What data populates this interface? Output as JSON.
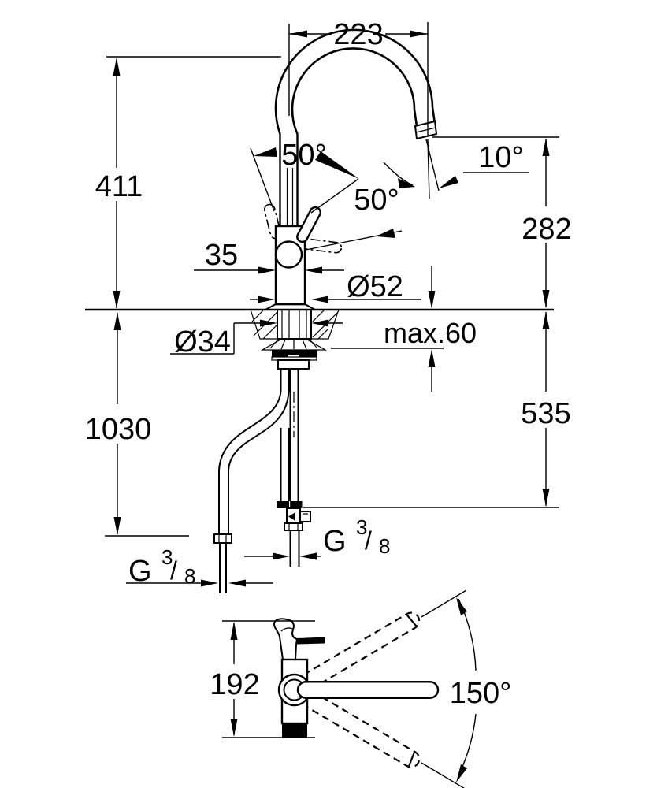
{
  "drawing": {
    "type": "technical dimensional drawing",
    "subject": "kitchen faucet installation dimensions, side view and top view",
    "color_scheme": {
      "line_color": "#000000",
      "background": "#ffffff"
    },
    "dimensions": {
      "spout_reach": "223",
      "overall_height": "411",
      "outlet_height": "282",
      "lever_swing_front": "50°",
      "lever_swing_side": "50°",
      "outlet_angle": "10°",
      "body_width": "35",
      "base_diameter": "Ø52",
      "hole_diameter": "Ø34",
      "max_deck_thickness": "max.60",
      "long_hose_length": "1030",
      "supply_hose_length": "535",
      "body_depth_top_view": "192",
      "swivel_range": "150°"
    },
    "thread": {
      "g": "G",
      "numerator": "3",
      "slash": "/",
      "denominator": "8"
    }
  }
}
